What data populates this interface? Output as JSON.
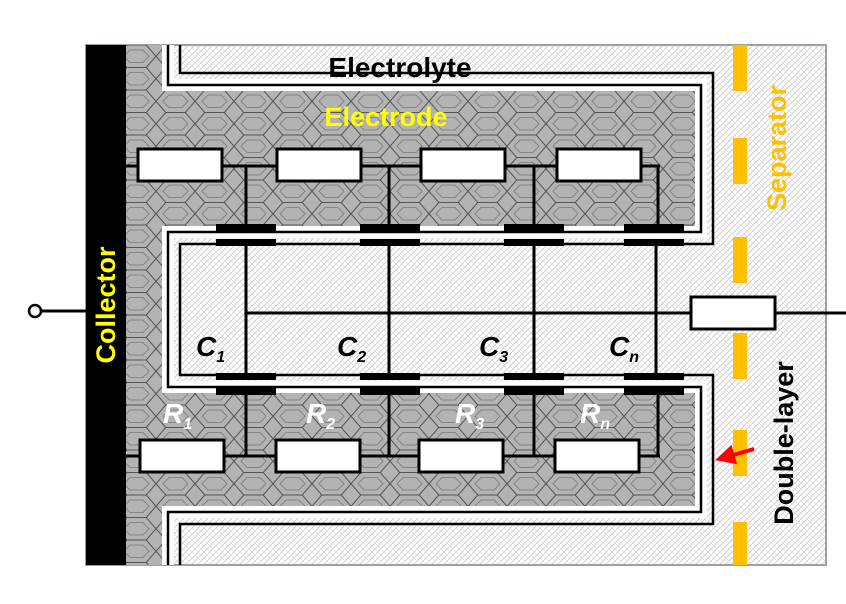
{
  "labels": {
    "electrolyte": "Electrolyte",
    "electrode": "Electrode",
    "collector": "Collector",
    "separator": "Separator",
    "double_layer": "Double-layer"
  },
  "capacitors": [
    {
      "name": "C",
      "sub": "1"
    },
    {
      "name": "C",
      "sub": "2"
    },
    {
      "name": "C",
      "sub": "3"
    },
    {
      "name": "C",
      "sub": "n"
    }
  ],
  "resistors": [
    {
      "name": "R",
      "sub": "1"
    },
    {
      "name": "R",
      "sub": "2"
    },
    {
      "name": "R",
      "sub": "3"
    },
    {
      "name": "R",
      "sub": "n"
    }
  ],
  "colors": {
    "electrode_fill": "#b3b3b3",
    "collector": "#000000",
    "separator": "#ffc000",
    "electrode_label": "#ffff00",
    "arrow": "#ff0000"
  }
}
